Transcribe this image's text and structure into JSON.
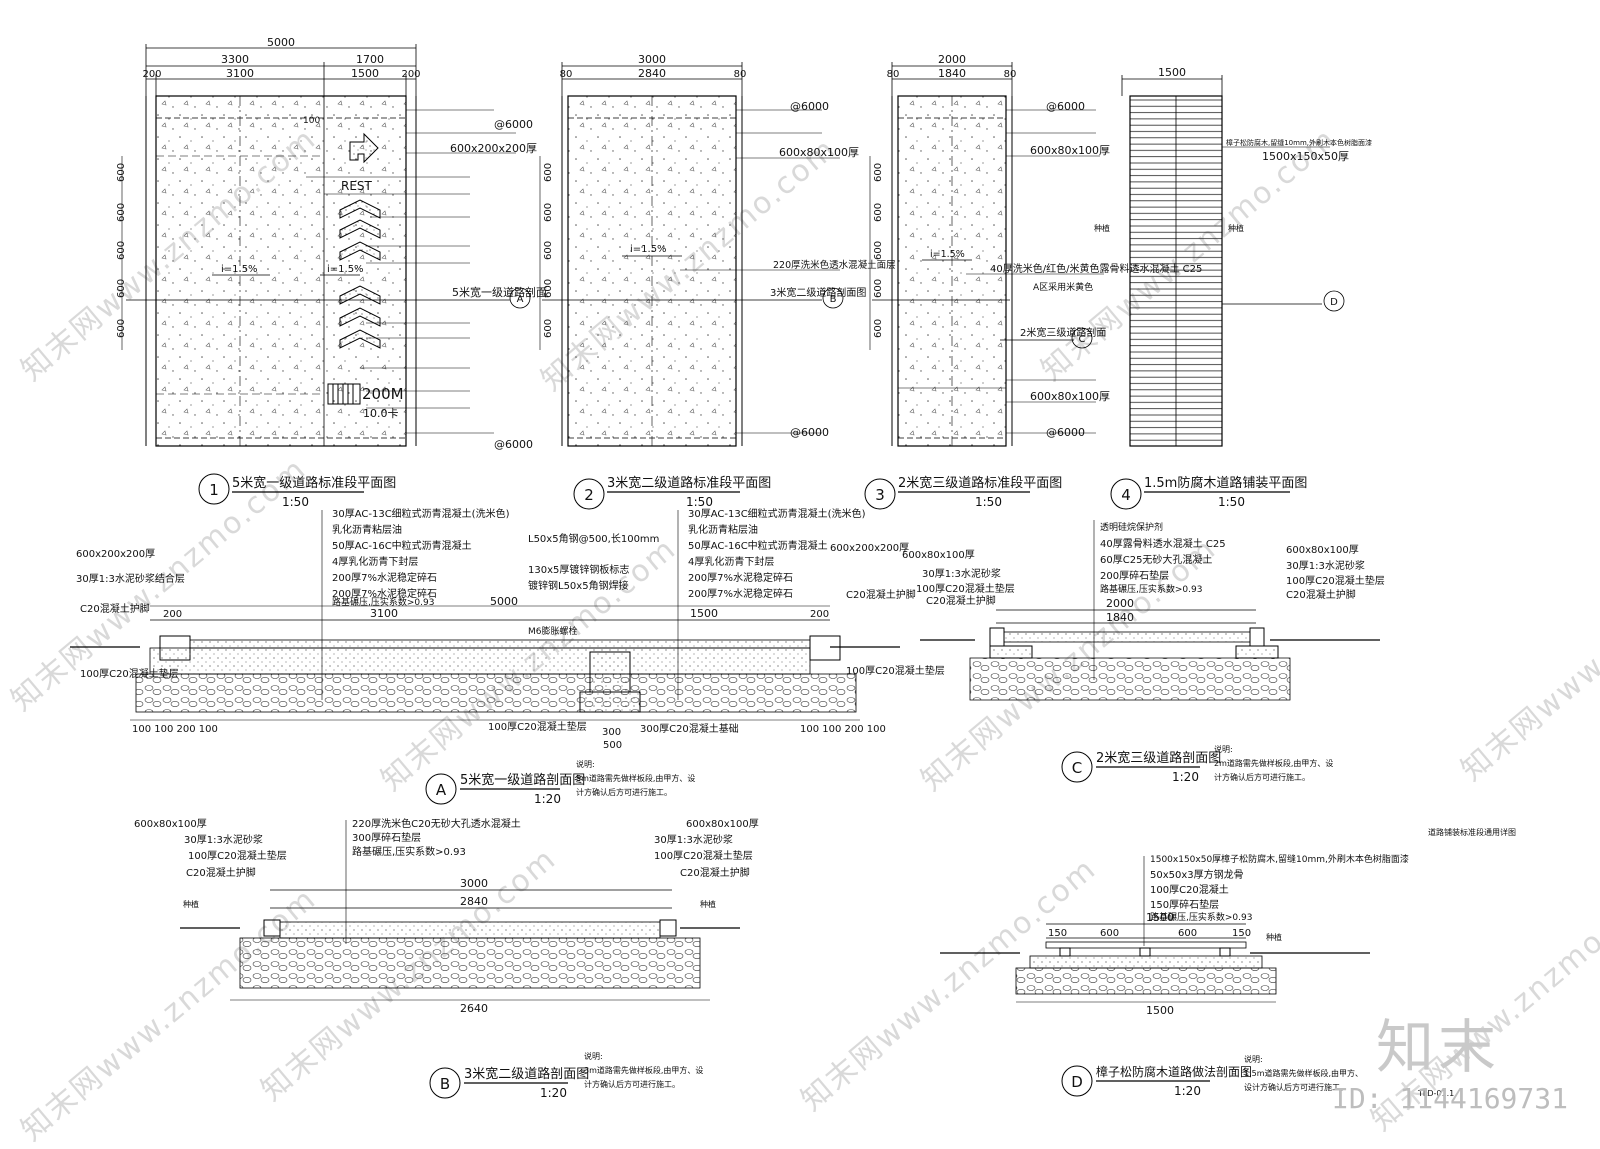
{
  "plans": {
    "p1": {
      "num": "1",
      "title": "5米宽一级道路标准段平面图",
      "scale": "1:50",
      "total": "5000",
      "d1": "3300",
      "d2": "1700",
      "d3": "200",
      "d4": "3100",
      "d5": "1500",
      "d6": "200",
      "slope1": "i=1.5%",
      "slope2": "i=1.5%",
      "rest": "REST",
      "dist": "200M",
      "sub": "10.0卡",
      "top": "@6000",
      "curb": "600x200x200厚",
      "sect": "5米宽一级道路剖面",
      "ref": "A",
      "s100": "100",
      "bot": "@6000",
      "rows": "600"
    },
    "p2": {
      "num": "2",
      "title": "3米宽二级道路标准段平面图",
      "scale": "1:50",
      "total": "3000",
      "d1": "80",
      "d2": "2840",
      "d3": "80",
      "slope": "i=1.5%",
      "top": "@6000",
      "curb": "600x80x100厚",
      "mid": "220厚洗米色透水混凝土面层",
      "sect": "3米宽二级道路剖面图",
      "ref": "B",
      "bot": "@6000",
      "rows": "600"
    },
    "p3": {
      "num": "3",
      "title": "2米宽三级道路标准段平面图",
      "scale": "1:50",
      "total": "2000",
      "d1": "80",
      "d2": "1840",
      "d3": "80",
      "slope": "i=1.5%",
      "top": "@6000",
      "curb": "600x80x100厚",
      "mid": "40厚洗米色/红色/米黄色露骨料透水混凝土 C25",
      "midb": "A区采用米黄色",
      "sect": "2米宽三级道路剖面",
      "ref": "C",
      "curb2": "600x80x100厚",
      "bot": "@6000",
      "rows": "600"
    },
    "p4": {
      "num": "4",
      "title": "1.5m防腐木道路铺装平面图",
      "scale": "1:50",
      "w": "1500",
      "spec": "1500x150x50厚",
      "spec2": "樟子松防腐木,留缝10mm,外刷木本色树脂面漆",
      "plant": "种植",
      "ref": "D"
    }
  },
  "sections": {
    "A": {
      "letter": "A",
      "title": "5米宽一级道路剖面图",
      "scale": "1:20",
      "total": "5000",
      "d1": "200",
      "d2": "3100",
      "d3": "1500",
      "d4": "200",
      "bottom": "100 100 200 100",
      "pier": "500",
      "pier2": "300",
      "l1": "30厚AC-13C细粒式沥青混凝土(洗米色)",
      "l2": "乳化沥青粘层油",
      "l3": "50厚AC-16C中粒式沥青混凝土",
      "l4": "4厚乳化沥青下封层",
      "l5": "200厚7%水泥稳定碎石",
      "l6": "200厚7%水泥稳定碎石",
      "l7": "路基碾压,压实系数>0.93",
      "c1": "600x200x200厚",
      "c2": "30厚1:3水泥砂浆结合层",
      "c3": "C20混凝土护脚",
      "c4": "100厚C20混凝土垫层",
      "m1": "L50x5角钢@500,长100mm",
      "m2": "130x5厚镀锌钢板标志",
      "m3": "镀锌钢L50x5角钢焊接",
      "m4": "M6膨胀螺栓",
      "m5": "100厚C20混凝土垫层",
      "m6": "300厚C20混凝土基础",
      "r1": "600x200x200厚",
      "r2": "C20混凝土护脚",
      "r3": "100厚C20混凝土垫层",
      "note": "说明:",
      "note2": "5m道路需先做样板段,由甲方、设",
      "note3": "计方确认后方可进行施工。"
    },
    "B": {
      "letter": "B",
      "title": "3米宽二级道路剖面图",
      "scale": "1:20",
      "total": "3000",
      "inner": "2840",
      "bottom": "2640",
      "l1": "220厚洗米色C20无砂大孔透水混凝土",
      "l2": "300厚碎石垫层",
      "l3": "路基碾压,压实系数>0.93",
      "c1": "600x80x100厚",
      "c2": "30厚1:3水泥砂浆",
      "c3": "100厚C20混凝土垫层",
      "c4": "C20混凝土护脚",
      "plant": "种植",
      "note": "说明:",
      "note2": "3m道路需先做样板段,由甲方、设",
      "note3": "计方确认后方可进行施工。"
    },
    "C": {
      "letter": "C",
      "title": "2米宽三级道路剖面图",
      "scale": "1:20",
      "total": "2000",
      "inner": "1840",
      "l1": "透明硅烷保护剂",
      "l2": "40厚露骨料透水混凝土 C25",
      "l3": "60厚C25无砂大孔混凝土",
      "l4": "200厚碎石垫层",
      "l5": "路基碾压,压实系数>0.93",
      "c1": "600x80x100厚",
      "c2": "30厚1:3水泥砂浆",
      "c3": "100厚C20混凝土垫层",
      "c4": "C20混凝土护脚",
      "r1": "600x80x100厚",
      "r2": "30厚1:3水泥砂浆",
      "r3": "100厚C20混凝土垫层",
      "r4": "C20混凝土护脚",
      "note": "说明:",
      "note2": "2m道路需先做样板段,由甲方、设",
      "note3": "计方确认后方可进行施工。"
    },
    "D": {
      "letter": "D",
      "title": "樟子松防腐木道路做法剖面图",
      "scale": "1:20",
      "total": "1500",
      "bottom": "1500",
      "s1": "150",
      "s2": "600",
      "s3": "600",
      "s4": "150",
      "l1": "1500x150x50厚樟子松防腐木,留缝10mm,外刷木本色树脂面漆",
      "l2": "50x50x3厚方钢龙骨",
      "l3": "100厚C20混凝土",
      "l4": "150厚碎石垫层",
      "l5": "路基碾压,压实系数>0.93",
      "plant": "种植",
      "note": "说明:",
      "note2": "1.5m道路需先做样板段,由甲方、",
      "note3": "设计方确认后方可进行施工。"
    }
  },
  "sheet": {
    "title": "道路铺装标准段通用详图",
    "code": "TLD-01.1"
  },
  "watermark": {
    "text": "知末网www.znzmo.com",
    "brand": "知末",
    "id": "ID: 1144169731"
  }
}
